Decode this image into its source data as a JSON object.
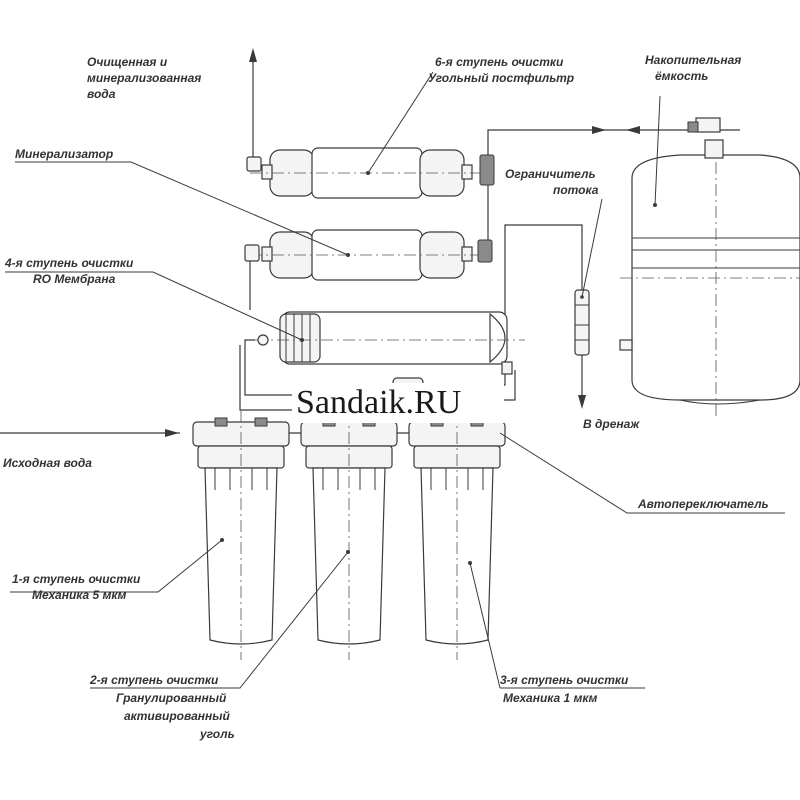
{
  "labels": {
    "purified_water": [
      "Очищенная и",
      "минерализованная",
      "вода"
    ],
    "stage6": [
      "6-я ступень очистки",
      "Угольный постфильтр"
    ],
    "tank": [
      "Накопительная",
      "ёмкость"
    ],
    "mineralizer": [
      "Минерализатор"
    ],
    "flow_limiter": [
      "Ограничитель",
      "потока"
    ],
    "stage4": [
      "4-я ступень очистки",
      "RO Мембрана"
    ],
    "drain": [
      "В дренаж"
    ],
    "source_water": [
      "Исходная вода"
    ],
    "auto_switch": [
      "Автопереключатель"
    ],
    "stage1": [
      "1-я ступень очистки",
      "Механика 5 мкм"
    ],
    "stage2": [
      "2-я ступень очистки",
      "Гранулированный",
      "активированный",
      "уголь"
    ],
    "stage3": [
      "3-я ступень очистки",
      "Механика 1 мкм"
    ]
  },
  "watermark": "Sandaik.RU"
}
